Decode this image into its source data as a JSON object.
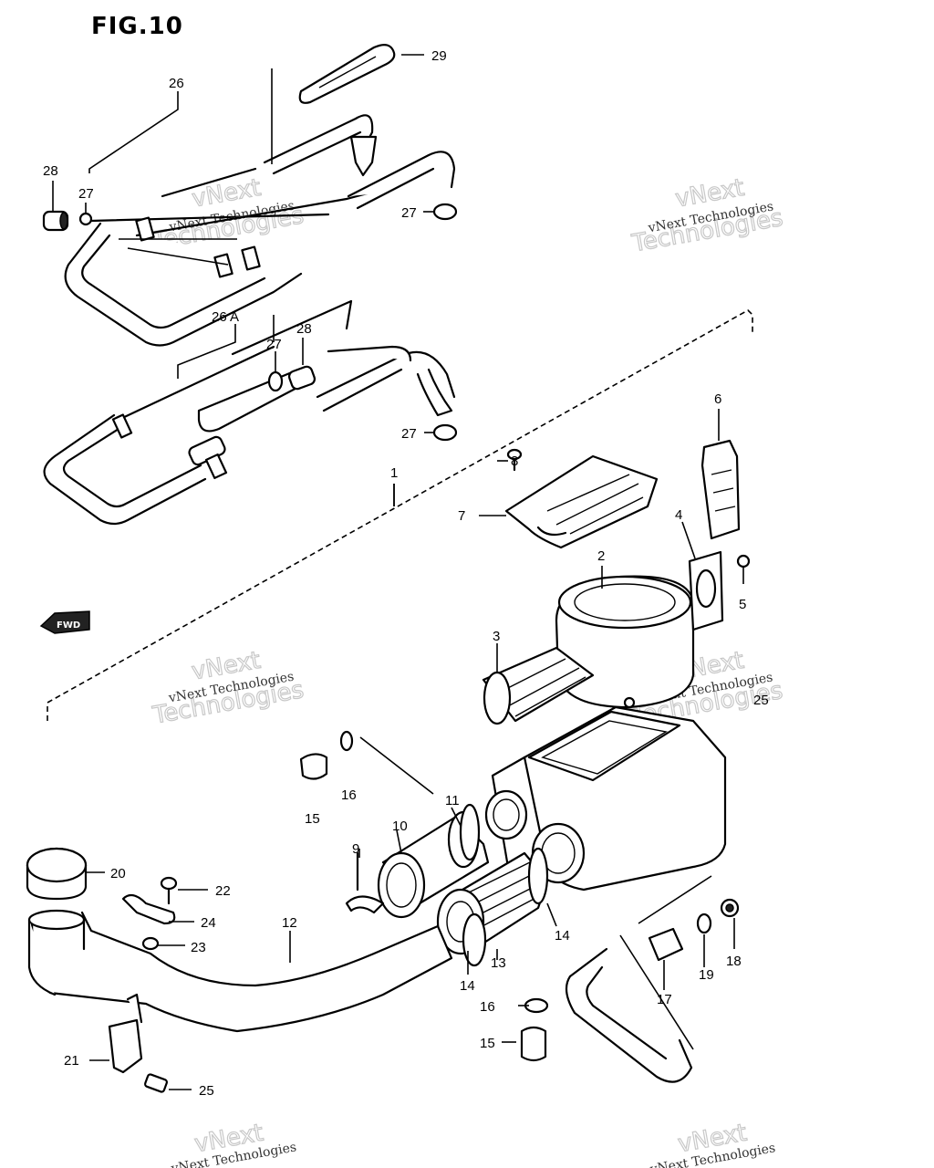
{
  "figure": {
    "title": "FIG.10"
  },
  "callouts": {
    "c1": "1",
    "c2": "2",
    "c3": "3",
    "c4": "4",
    "c5": "5",
    "c6": "6",
    "c7": "7",
    "c8": "8",
    "c9": "9",
    "c10": "10",
    "c11": "11",
    "c12": "12",
    "c13": "13",
    "c14a": "14",
    "c14b": "14",
    "c15a": "15",
    "c15b": "15",
    "c16a": "16",
    "c16b": "16",
    "c17": "17",
    "c18": "18",
    "c19": "19",
    "c20": "20",
    "c21": "21",
    "c22": "22",
    "c23": "23",
    "c24": "24",
    "c25a": "25",
    "c25b": "25",
    "c26": "26",
    "c26a": "26 A",
    "c27a": "27",
    "c27b": "27",
    "c27c": "27",
    "c27d": "27",
    "c28a": "28",
    "c28b": "28",
    "c29": "29"
  },
  "fwd_mark": "FWD",
  "watermark": {
    "line1": "vNext",
    "line2": "Technologies",
    "small": "vNext Technologies"
  }
}
